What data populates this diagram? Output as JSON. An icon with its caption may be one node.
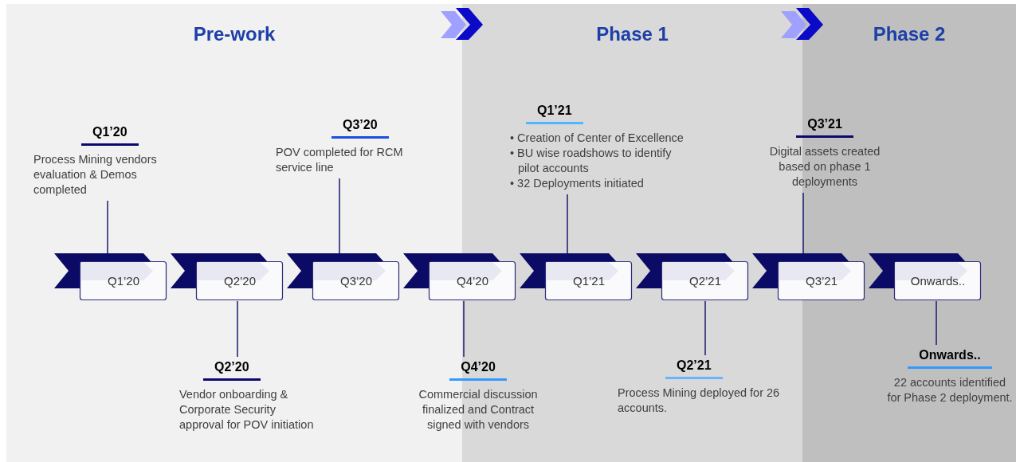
{
  "diagram": {
    "nodes": [
      {
        "text": [
          "Pre-work"
        ]
      },
      {
        "text": [
          "Phase 1"
        ]
      },
      {
        "text": [
          "Phase 2"
        ]
      },
      {
        "text": [
          "Q1’20"
        ],
        "in": 0
      },
      {
        "text": [
          "Q2’20"
        ],
        "in": 0
      },
      {
        "text": [
          "Q3’20"
        ],
        "in": 0
      },
      {
        "text": [
          "Q4’20"
        ]
      },
      {
        "text": [
          "Q1’21"
        ],
        "in": 1
      },
      {
        "text": [
          "Q2’21"
        ],
        "in": 1
      },
      {
        "text": [
          "Q3’21"
        ]
      },
      {
        "text": [
          "Onwards.."
        ],
        "in": 2
      },
      {
        "text": [
          "Q1’20",
          "Process Mining vendors evaluation & Demos completed"
        ],
        "in": 0
      },
      {
        "text": [
          "Q2’20",
          "Vendor onboarding & Corporate Security approval for POV initiation"
        ],
        "in": 0
      },
      {
        "text": [
          "Q3’20",
          "POV completed for RCM service line"
        ],
        "in": 0
      },
      {
        "text": [
          "Q4’20",
          "Commercial discussion finalized and Contract signed with vendors"
        ]
      },
      {
        "text": [
          "Q1’21",
          "• Creation of Center of Excellence",
          "• BU wise roadshows to identify pilot accounts",
          "• 32 Deployments initiated"
        ],
        "in": 1
      },
      {
        "text": [
          "Q2’21",
          "Process Mining deployed for 26 accounts."
        ],
        "in": 1
      },
      {
        "text": [
          "Q3’21",
          "Digital assets created based on phase 1 deployments"
        ]
      },
      {
        "text": [
          "Onwards..",
          "22 accounts identified for Phase 2 deployment."
        ],
        "in": 2
      }
    ],
    "edges": [
      {
        "from": 0,
        "to": 1,
        "arrow": "to"
      },
      {
        "from": 1,
        "to": 2,
        "arrow": "to"
      },
      {
        "from": 11,
        "to": 3,
        "arrow": "none"
      },
      {
        "from": 12,
        "to": 4,
        "arrow": "none"
      },
      {
        "from": 13,
        "to": 5,
        "arrow": "none"
      },
      {
        "from": 14,
        "to": 6,
        "arrow": "none"
      },
      {
        "from": 15,
        "to": 7,
        "arrow": "none"
      },
      {
        "from": 16,
        "to": 8,
        "arrow": "none"
      },
      {
        "from": 17,
        "to": 9,
        "arrow": "none"
      },
      {
        "from": 18,
        "to": 10,
        "arrow": "none"
      }
    ]
  }
}
